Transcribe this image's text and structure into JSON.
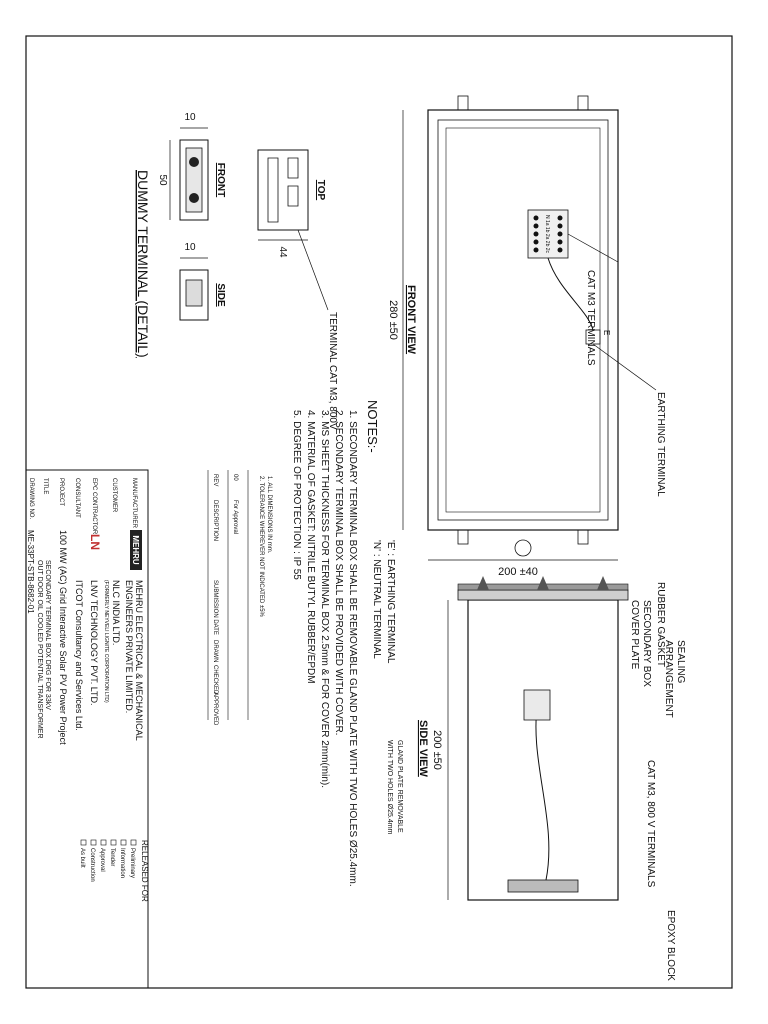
{
  "labels": {
    "dummy_terminal_title": "DUMMY TERMINAL (DETAIL)",
    "front_label": "FRONT",
    "top_label": "TOP",
    "side_label": "SIDE",
    "dim_10_top": "10",
    "dim_50": "50",
    "dim_10_bottom": "10",
    "dim_44": "44",
    "terminal_cat": "TERMINAL CAT M3, 800V",
    "front_view_title": "FRONT VIEW",
    "dim_280": "280 ±50",
    "dim_200_40": "200 ±40",
    "earthing_terminal": "EARTHING TERMINAL",
    "cat_m3_terminals": "CAT M3 TERMINALS",
    "e_mark": "E",
    "terminal_numbers": "N 1a 1b 2a 2b 2c",
    "side_view_title": "SIDE VIEW",
    "dim_200_50": "200 ±50",
    "rubber_gasket": "RUBBER GASKET",
    "secondary_box_cover": "SECONDARY BOX",
    "secondary_box_cover2": "COVER PLATE",
    "sealing_arrangement": "SEALING",
    "sealing_arrangement2": "ARRANGEMENT",
    "cat_m3_800v_terminals": "CAT M3, 800 V TERMINALS",
    "gland_plate_note1": "GLAND PLATE REMOVABLE",
    "gland_plate_note2": "WITH TWO HOLES Ø25.4mm",
    "epoxy_block": "EPOXY BLOCK"
  },
  "legend": {
    "e_def": "'E' : EARTHING TERMINAL",
    "n_def": "'N' : NEUTRAL TERMINAL"
  },
  "notes": {
    "heading": "NOTES:-",
    "items": [
      "1. SECONDARY TERMINAL BOX SHALL BE REMOVABLE GLAND PLATE WITH TWO HOLES Ø25.4mm.",
      "2. SECONDARY TERMINAL BOX SHALL BE PROVIDED WITH COVER.",
      "3. MS SHEET THICKNESS FOR TERMINAL BOX 2.5mm & FOR COVER 2mm(min).",
      "4. MATERIAL OF GASKET: NITRILE BUTYL RUBBER/EPDM",
      "5. DEGREE OF PROTECTION : IP 55"
    ]
  },
  "title_block": {
    "general_note1": "1. ALL DIMENSIONS IN mm.",
    "general_note2": "2. TOLERANCE WHEREVER NOT INDICATED ±5%",
    "manufacturer_label": "MANUFACTURER",
    "manufacturer_logo": "MEHRU",
    "manufacturer_name1": "MEHRU ELECTRICAL & MECHANICAL",
    "manufacturer_name2": "ENGINEERS PRIVATE LIMITED.",
    "customer_label": "CUSTOMER",
    "customer_name": "NLC INDIA LTD.",
    "customer_sub": "(FORMERLY NEYVELI LIGNITE CORPORATION LTD)",
    "epc_label": "EPC CONTRACTOR",
    "epc_logo": "LN",
    "epc_name": "LNV TECHNOLOGY PVT. LTD.",
    "consultant_label": "CONSULTANT",
    "consultant_name": "ITCOT Consultancy and Services Ltd.",
    "project_label": "PROJECT",
    "project_name": "100 MW (AC) Grid Interactive Solar PV Power Project",
    "title_label": "TITLE",
    "title_line1": "SECONDARY TERMINAL BOX DRG FOR 33kV",
    "title_line2": "OUT DOOR OIL COOLED POTENTIAL TRANSFORMER",
    "drawing_no_label": "DRAWING NO.",
    "drawing_no": "ME-33PT-STB-8682-01",
    "released_for": "RELEASED FOR",
    "release_options": [
      "Preliminary",
      "Information",
      "Tender",
      "Approval",
      "Construction",
      "As built"
    ],
    "rev_label": "REV",
    "description_label": "DESCRIPTION",
    "submission_date_label": "SUBMISSION DATE",
    "drawn_label": "DRAWN",
    "checked_label": "CHECKED",
    "approved_label": "APPROVED",
    "rev_row": "00",
    "rev_desc": "For Approval"
  }
}
